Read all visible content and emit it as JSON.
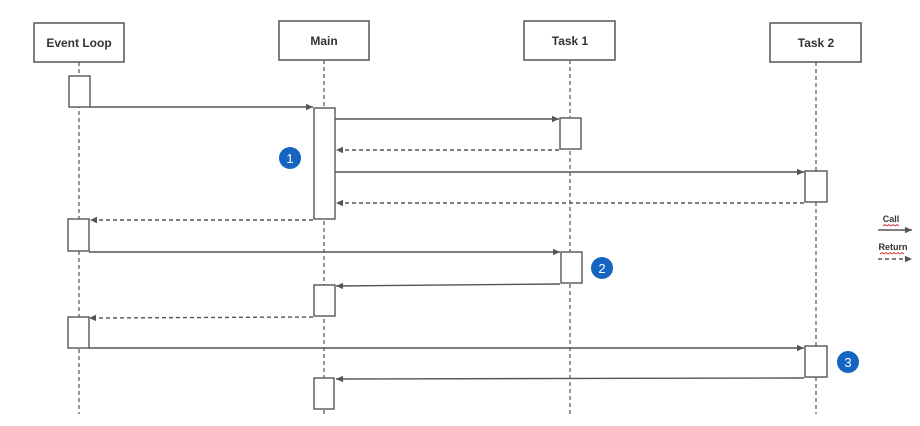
{
  "participants": [
    {
      "name": "Event Loop"
    },
    {
      "name": "Main"
    },
    {
      "name": "Task 1"
    },
    {
      "name": "Task 2"
    }
  ],
  "badges": [
    "1",
    "2",
    "3"
  ],
  "legend": {
    "call": "Call",
    "return": "Return"
  },
  "colors": {
    "line": "#555555",
    "badge": "#1565c0",
    "spellcheck": "#d32f2f"
  }
}
